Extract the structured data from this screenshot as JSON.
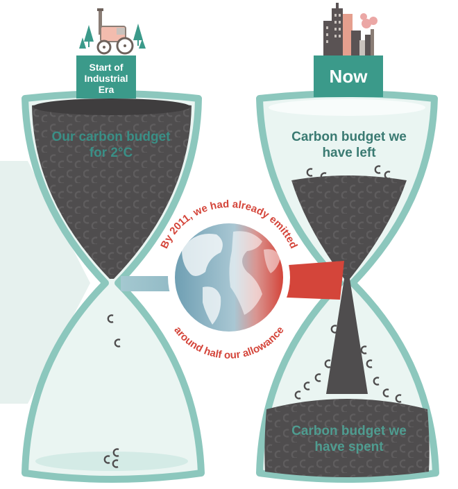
{
  "left_hourglass": {
    "header": "Start of Industrial Era",
    "body": "Our carbon budget for 2°C"
  },
  "right_hourglass": {
    "header": "Now",
    "top_text": "Carbon budget we have left",
    "bottom_text": "Carbon budget we have spent"
  },
  "globe": {
    "arc_top": "By 2011, we had already emitted",
    "arc_bottom": "around half our allowance"
  },
  "colors": {
    "teal_frame": "#8cc7bd",
    "teal_dark": "#3b9a8a",
    "glass_fill": "#eaf5f2",
    "carbon": "#4f4d4e",
    "red": "#d4453a",
    "arrow_bg": "#e6f1ee"
  }
}
